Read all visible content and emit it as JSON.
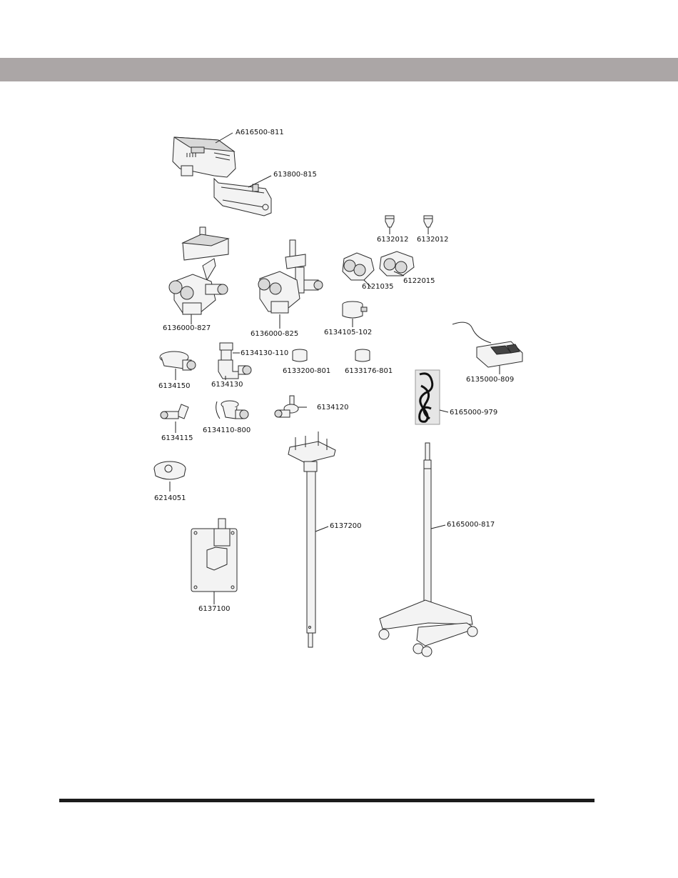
{
  "colors": {
    "header_band": "#aba6a6",
    "footer_rule": "#1c1c1c",
    "line_art": "#2b2b2b"
  },
  "parts": [
    {
      "id": "a616500-811",
      "label": "A616500-811"
    },
    {
      "id": "613800-815",
      "label": "613800-815"
    },
    {
      "id": "6132012-a",
      "label": "6132012"
    },
    {
      "id": "6132012-b",
      "label": "6132012"
    },
    {
      "id": "6121035",
      "label": "6121035"
    },
    {
      "id": "6122015",
      "label": "6122015"
    },
    {
      "id": "6136000-827",
      "label": "6136000-827"
    },
    {
      "id": "6136000-825",
      "label": "6136000-825"
    },
    {
      "id": "6134105-102",
      "label": "6134105-102"
    },
    {
      "id": "6134130-110",
      "label": "6134130-110"
    },
    {
      "id": "6133200-801",
      "label": "6133200-801"
    },
    {
      "id": "6133176-801",
      "label": "6133176-801"
    },
    {
      "id": "6135000-809",
      "label": "6135000-809"
    },
    {
      "id": "6134150",
      "label": "6134150"
    },
    {
      "id": "6134130",
      "label": "6134130"
    },
    {
      "id": "6165000-979",
      "label": "6165000-979"
    },
    {
      "id": "6134120",
      "label": "6134120"
    },
    {
      "id": "6134115",
      "label": "6134115"
    },
    {
      "id": "6134110-800",
      "label": "6134110-800"
    },
    {
      "id": "6214051",
      "label": "6214051"
    },
    {
      "id": "6137200",
      "label": "6137200"
    },
    {
      "id": "6165000-817",
      "label": "6165000-817"
    },
    {
      "id": "6137100",
      "label": "6137100"
    }
  ]
}
